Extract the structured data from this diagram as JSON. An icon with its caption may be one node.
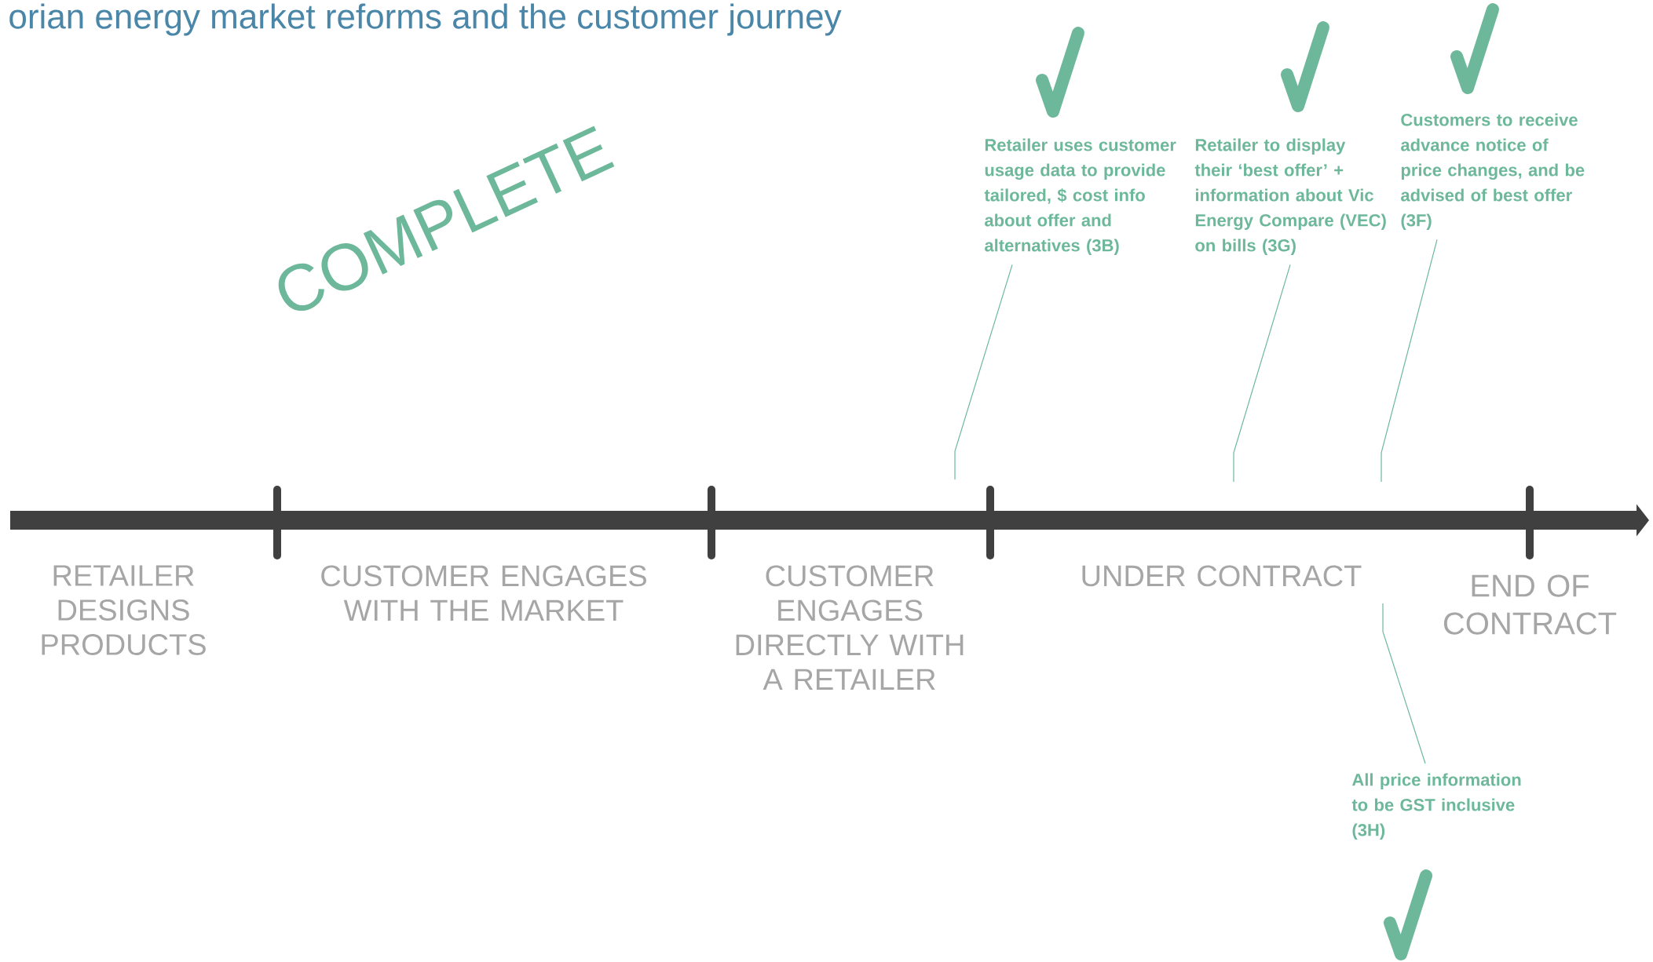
{
  "diagram": {
    "title": "orian energy market reforms and the customer journey",
    "nodes": [
      {
        "text": [
          "Retailer uses customer usage data to provide tailored, $ cost info about offer and alternatives (3B)"
        ]
      },
      {
        "text": [
          "Retailer to display their ‘best offer’ + information about Vic Energy Compare (VEC) on bills (3G)"
        ]
      },
      {
        "text": [
          "Customers to receive advance notice of price changes, and be advised of best offer (3F)"
        ]
      },
      {
        "text": [
          "All price information to be GST inclusive (3H)"
        ]
      }
    ],
    "edges": [
      {
        "from": 0,
        "to": null,
        "arrow": "none"
      },
      {
        "from": 1,
        "to": null,
        "arrow": "none"
      },
      {
        "from": 2,
        "to": null,
        "arrow": "none"
      },
      {
        "from": 3,
        "to": null,
        "arrow": "none"
      }
    ],
    "labels": [
      "COMPLETE",
      "RETAILER DESIGNS PRODUCTS",
      "CUSTOMER ENGAGES WITH THE MARKET",
      "CUSTOMER ENGAGES DIRECTLY WITH A RETAILER",
      "UNDER CONTRACT",
      "END OF CONTRACT"
    ]
  }
}
